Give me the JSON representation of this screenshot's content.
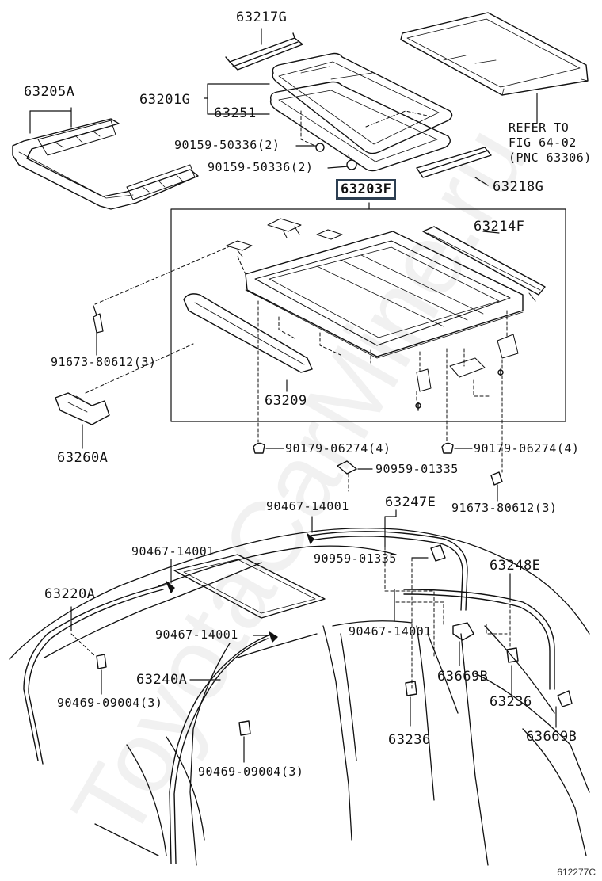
{
  "watermark": "ToyotaCarMine.ru",
  "figure_id": "612277C",
  "note": [
    "REFER TO",
    "FIG 64-02",
    "(PNC 63306)"
  ],
  "selected_part": "63203F",
  "labels": {
    "p63217G": "63217G",
    "p63205A": "63205A",
    "p63201G": "63201G",
    "p63251": "63251",
    "bolt_a": "90159-50336(2)",
    "bolt_b": "90159-50336(2)",
    "p63218G": "63218G",
    "p63214F": "63214F",
    "p91673_left": "91673-80612(3)",
    "p63209": "63209",
    "p63260A": "63260A",
    "p90179_left": "90179-06274(4)",
    "p90179_right": "90179-06274(4)",
    "p90959_a": "90959-01335",
    "p91673_right": "91673-80612(3)",
    "p90467_a": "90467-14001",
    "p63247E": "63247E",
    "p90467_b": "90467-14001",
    "p90959_b": "90959-01335",
    "p63248E": "63248E",
    "p63220A": "63220A",
    "p90467_c": "90467-14001",
    "p90467_d": "90467-14001",
    "p63669B_a": "63669B",
    "p63240A": "63240A",
    "p90469_a": "90469-09004(3)",
    "p63236_a": "63236",
    "p63669B_b": "63669B",
    "p63236_b": "63236",
    "p90469_b": "90469-09004(3)"
  }
}
